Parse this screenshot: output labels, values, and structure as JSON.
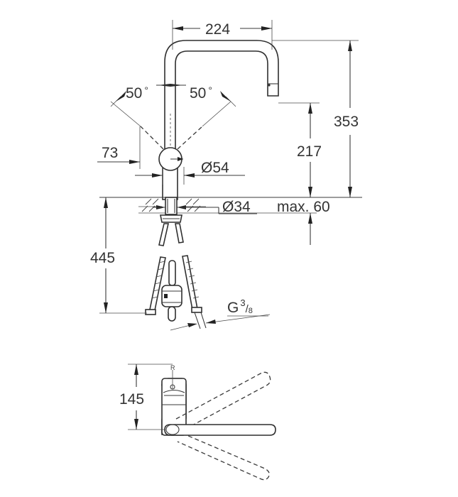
{
  "drawing": {
    "subject": "Kitchen faucet technical dimension drawing",
    "units": "mm",
    "front_view": {
      "dimensions": {
        "spout_reach": "224",
        "total_height": "353",
        "spout_outlet_height": "217",
        "lever_angle_left": "50",
        "lever_angle_right": "50",
        "degree_symbol": "°",
        "lever_offset": "73",
        "body_diameter": "Ø54",
        "hole_diameter": "Ø34",
        "max_counter_thickness": "max. 60",
        "hose_length": "445",
        "connection_thread_prefix": "G",
        "connection_thread_num": "3",
        "connection_thread_den": "8"
      }
    },
    "top_view": {
      "dimensions": {
        "lever_depth": "145",
        "rotation_label": "R"
      }
    }
  }
}
